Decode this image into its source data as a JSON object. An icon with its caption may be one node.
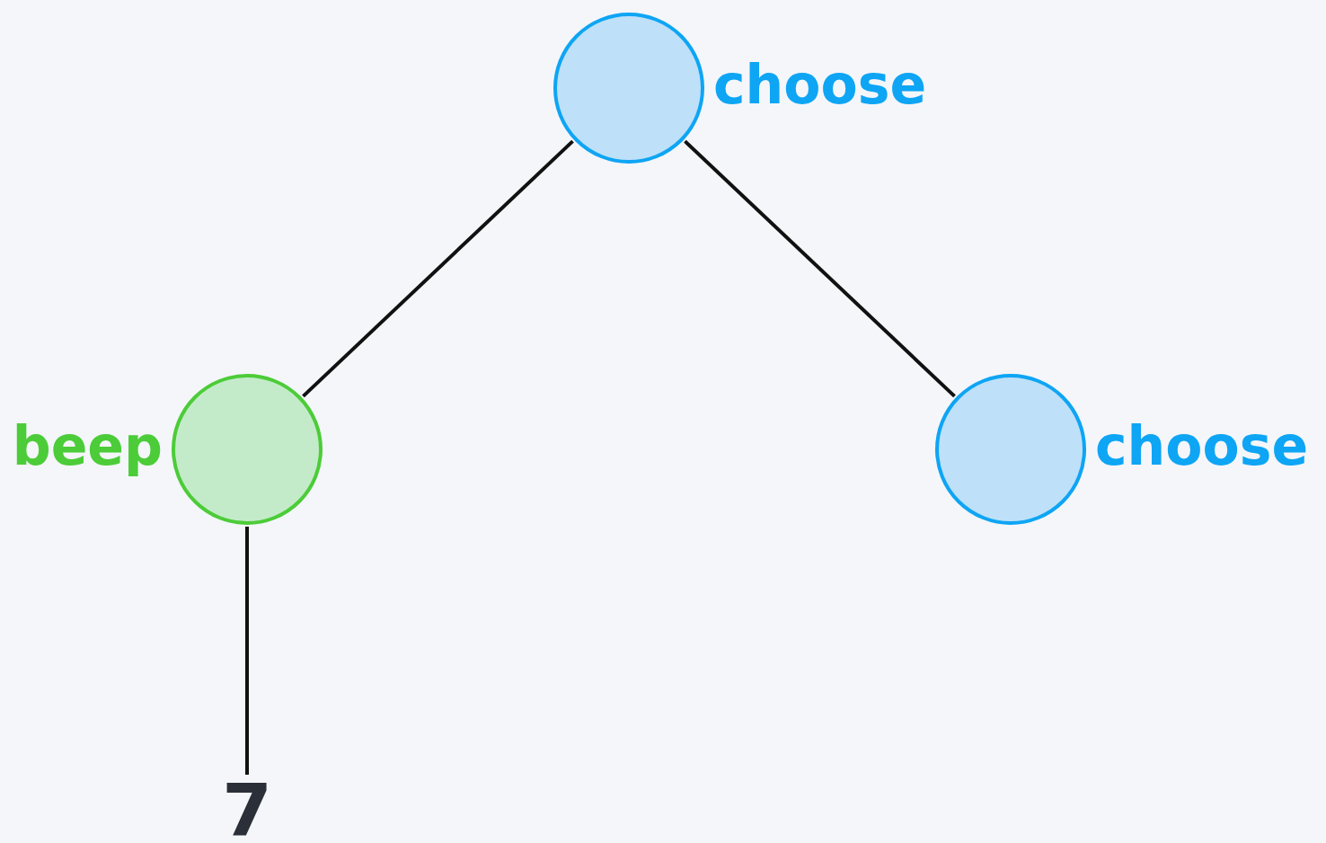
{
  "diagram": {
    "nodes": [
      {
        "text": [],
        "shape": "circle",
        "beside": [
          "choose"
        ]
      },
      {
        "text": [],
        "shape": "circle",
        "beside": [
          "beep"
        ]
      },
      {
        "text": [],
        "shape": "circle",
        "beside": [
          "choose"
        ]
      },
      {
        "text": [
          "7"
        ]
      }
    ],
    "edges": [
      {
        "from": 0,
        "to": 1,
        "arrow": "none"
      },
      {
        "from": 0,
        "to": 2,
        "arrow": "none"
      },
      {
        "from": 1,
        "to": 3,
        "arrow": "none"
      }
    ]
  }
}
